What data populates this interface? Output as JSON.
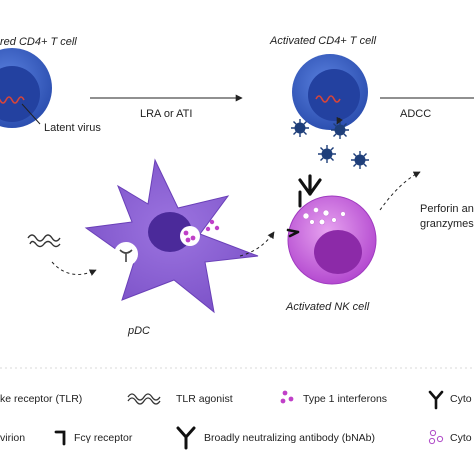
{
  "labels": {
    "resting_cell": "red CD4+ T cell",
    "latent_virus": "Latent virus",
    "activated_cd4": "Activated CD4+ T cell",
    "lra_ati": "LRA or ATI",
    "adcc": "ADCC",
    "pdc": "pDC",
    "activated_nk": "Activated NK cell",
    "perforin": "Perforin an",
    "granzymes": "granzymes"
  },
  "legend": {
    "row1": [
      {
        "icon": "tlr-icon",
        "text": "ke receptor (TLR)"
      },
      {
        "icon": "tlr-agonist-icon",
        "text": "TLR agonist"
      },
      {
        "icon": "type1-interferon-icon",
        "text": "Type 1 interferons"
      },
      {
        "icon": "cytokine-receptor-icon",
        "text": "Cyto"
      }
    ],
    "row2": [
      {
        "icon": "virion-icon",
        "text": "virion"
      },
      {
        "icon": "fcy-receptor-icon",
        "text": "Fcγ receptor"
      },
      {
        "icon": "bnab-icon",
        "text": "Broadly neutralizing antibody (bNAb)"
      },
      {
        "icon": "cytokine-icon",
        "text": "Cyto"
      }
    ]
  },
  "colors": {
    "cell_blue_outer": "#3a63c9",
    "cell_blue_inner": "#2647a8",
    "pdc_purple": "#8a5fd2",
    "pdc_nucleus": "#4b2a9a",
    "nk_magenta": "#c055d8",
    "nk_nucleus": "#8c2aa8",
    "virion": "#1f3f7a",
    "virus_red": "#d6453a"
  }
}
